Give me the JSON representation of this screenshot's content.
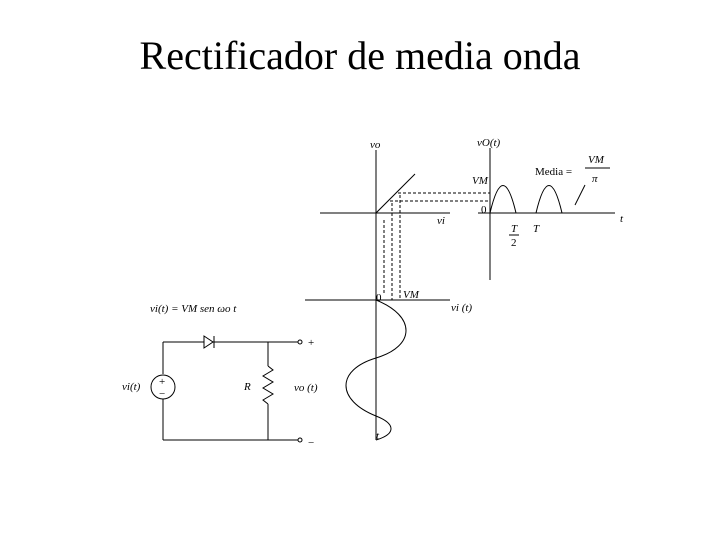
{
  "slide": {
    "title": "Rectificador de media onda"
  },
  "transfer_plot": {
    "y_label": "vo",
    "x_label": "vi",
    "vm_label": "VM",
    "zero_label": "0"
  },
  "output_plot": {
    "y_label": "vO(t)",
    "t_label": "t",
    "zero_label": "0",
    "half_period_num": "T",
    "half_period_den": "2",
    "period_label": "T",
    "mean_label": "Media =",
    "mean_num": "VM",
    "mean_den": "π"
  },
  "input_plot": {
    "y_label": "vi (t)",
    "t_label": "t",
    "zero_label": "0",
    "vm_label": "VM",
    "equation": "vi(t) = VM sen ωo t"
  },
  "circuit": {
    "source_label": "vi(t)",
    "resistor_label": "R",
    "output_label": "vo (t)",
    "plus_label": "+",
    "minus_label": "−",
    "src_plus": "+",
    "src_minus": "−"
  }
}
